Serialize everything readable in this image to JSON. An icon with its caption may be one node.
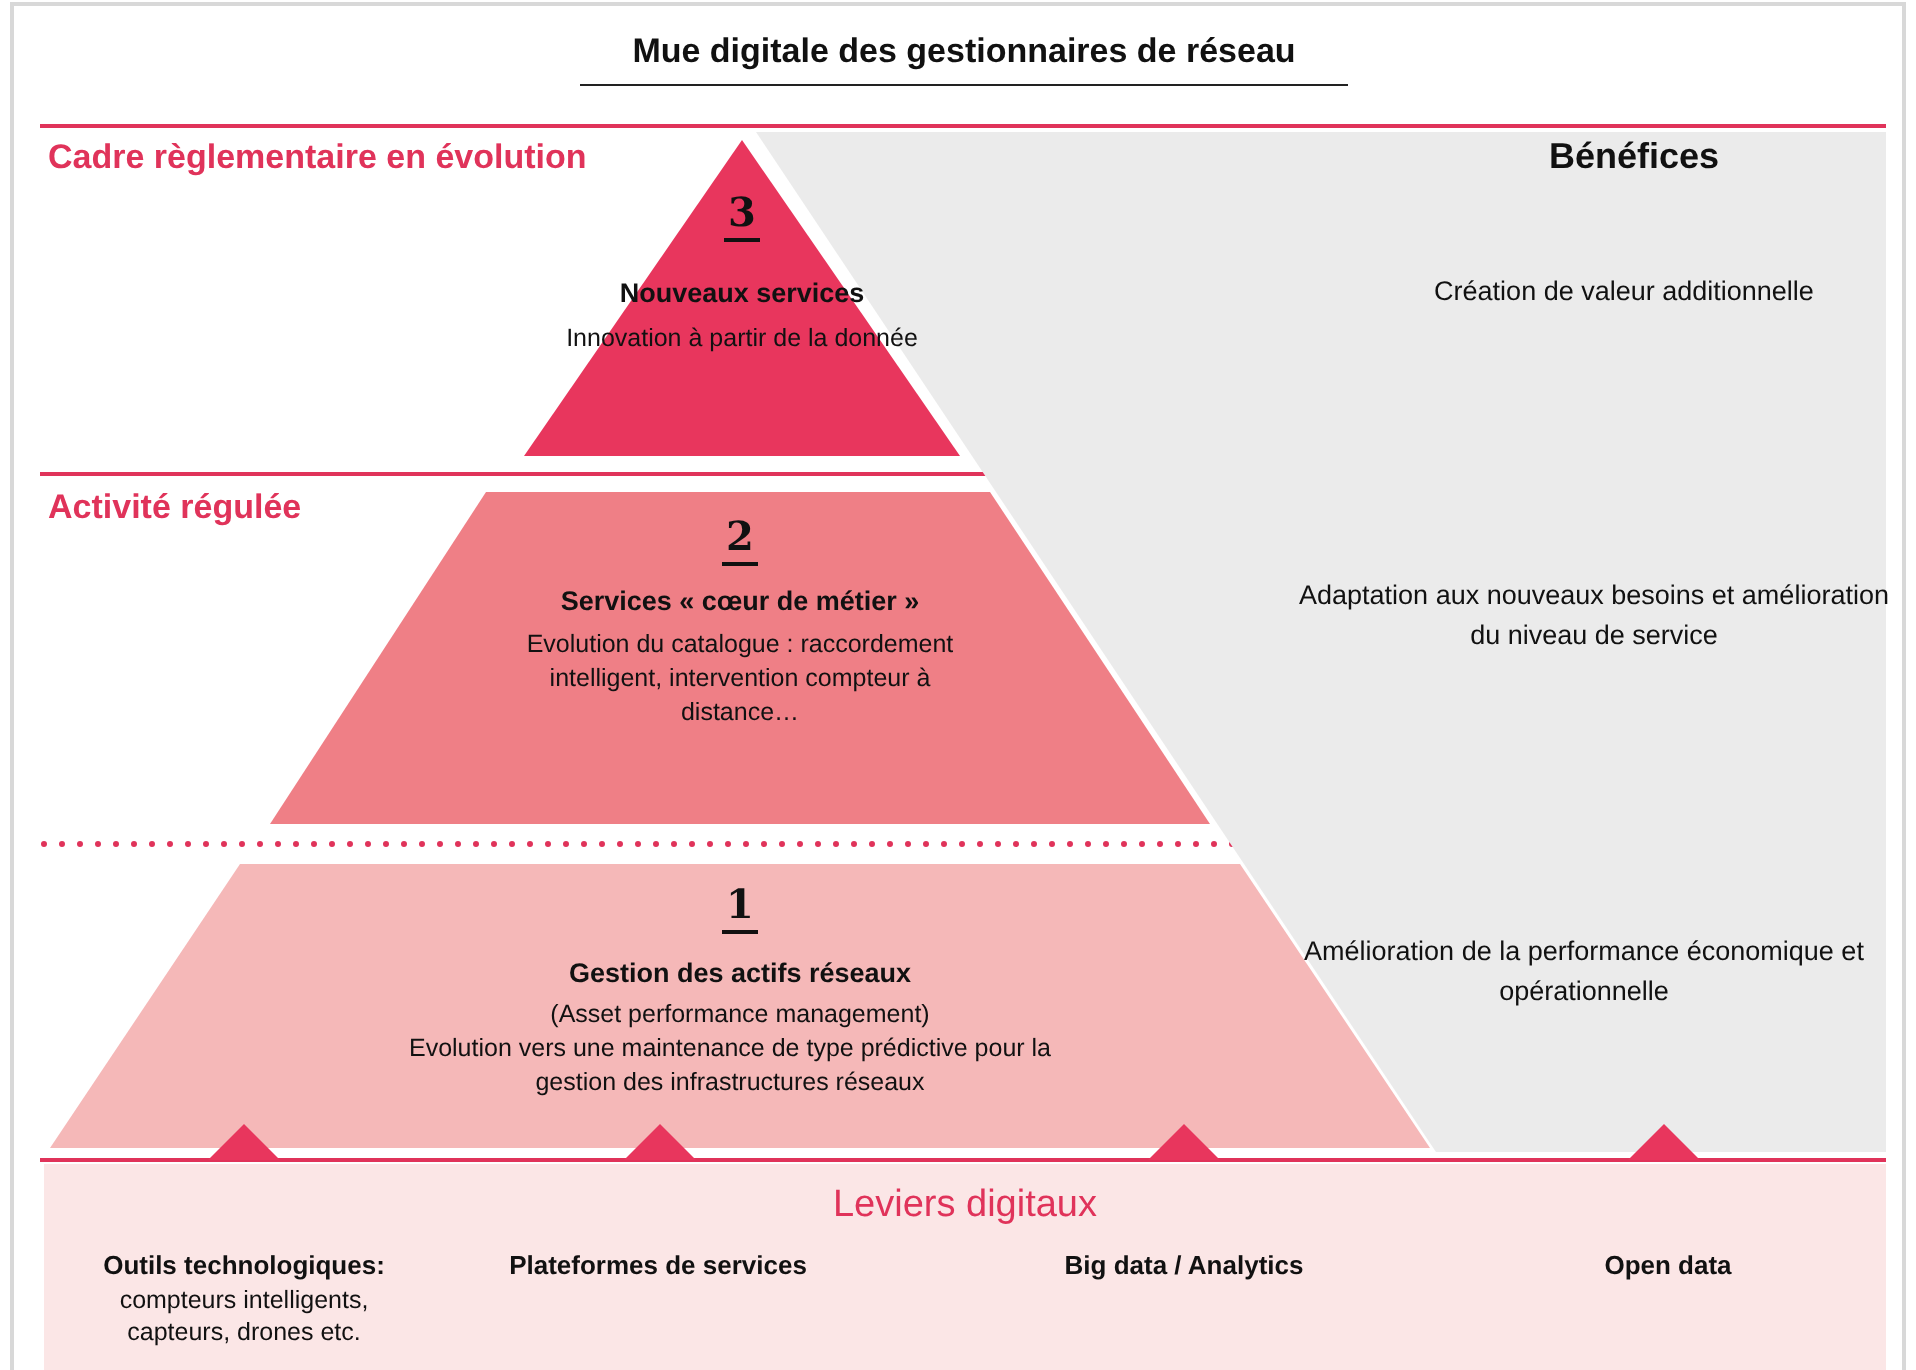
{
  "diagram": {
    "title": "Mue digitale des gestionnaires de réseau",
    "nodes": [
      {
        "text": [
          "3",
          "Nouveaux services",
          "Innovation à partir de la donnée"
        ]
      },
      {
        "text": [
          "Bénéfices",
          "Création de valeur additionnelle",
          "Adaptation aux nouveaux besoins et amélioration du niveau de service",
          "Amélioration de la performance économique et opérationnelle"
        ]
      },
      {
        "text": [
          "2",
          "Services « cœur de métier »",
          "Evolution du catalogue : raccordement intelligent, intervention compteur à distance…"
        ]
      },
      {
        "text": [
          "1",
          "Gestion des actifs réseaux",
          "(Asset performance management)",
          "Evolution vers une maintenance de type prédictive pour la gestion des infrastructures réseaux"
        ]
      },
      {
        "text": [
          "Leviers digitaux"
        ]
      },
      {
        "text": [
          "Outils technologiques:",
          "compteurs intelligents, capteurs, drones etc."
        ],
        "in": 4
      },
      {
        "text": [
          "Plateformes de services"
        ],
        "in": 4
      },
      {
        "text": [
          "Big data / Analytics"
        ],
        "in": 4
      },
      {
        "text": [
          "Open data"
        ],
        "in": 4
      }
    ],
    "labels": [
      "Cadre règlementaire en évolution",
      "Activité régulée"
    ]
  }
}
